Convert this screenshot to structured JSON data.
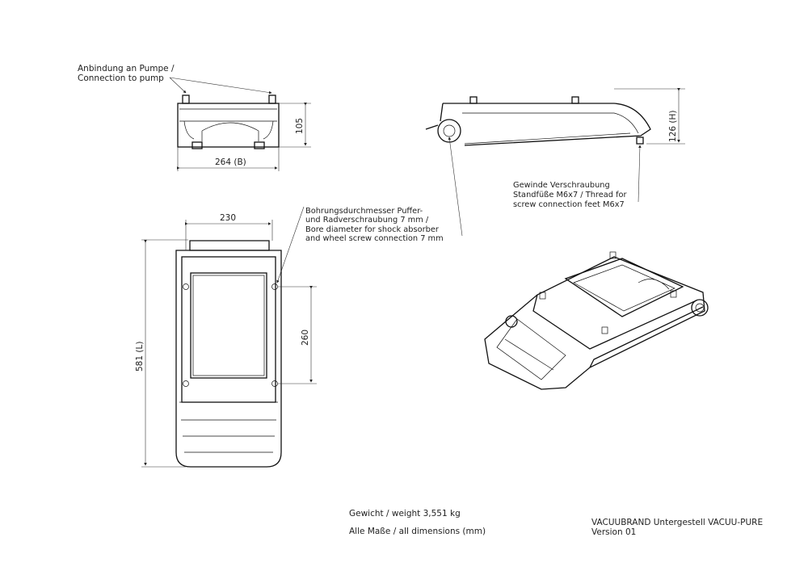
{
  "front_view": {
    "callout": [
      "Anbindung an Pumpe /",
      "Connection to pump"
    ],
    "height_dim": "105",
    "width_dim": "264 (B)"
  },
  "side_view": {
    "height_dim": "126 (H)",
    "callout": [
      "Gewinde Verschraubung",
      "Standfüße M6x7 / Thread for",
      "screw connection feet M6x7"
    ]
  },
  "plan_view": {
    "width_dim": "230",
    "length_dim": "581 (L)",
    "hole_spacing_dim": "260",
    "callout": [
      "Bohrungsdurchmesser Puffer-",
      "und Radverschraubung 7 mm /",
      "Bore diameter for shock absorber",
      "and wheel screw connection 7 mm"
    ]
  },
  "notes": {
    "weight": "Gewicht / weight  3,551 kg",
    "units": "Alle Maße / all dimensions (mm)"
  },
  "title_block": {
    "title": "VACUUBRAND Untergestell VACUU-PURE",
    "version": "Version 01"
  }
}
